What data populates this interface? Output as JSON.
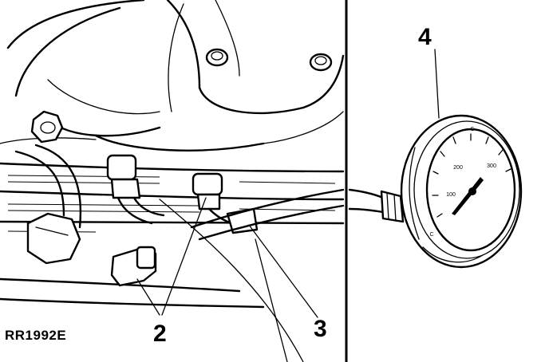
{
  "figure": {
    "reference_code": "RR1992E",
    "callouts": {
      "item_2": "2",
      "item_3": "3",
      "item_4": "4"
    },
    "gauge": {
      "dial_labels": [
        "C",
        "200",
        "300",
        "100",
        "C"
      ]
    }
  }
}
